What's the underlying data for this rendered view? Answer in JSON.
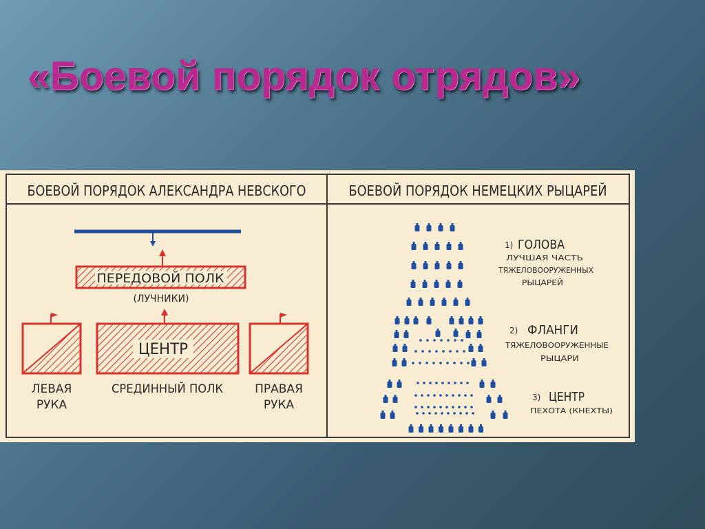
{
  "slide": {
    "title": "«Боевой порядок отрядов»"
  },
  "nevsky": {
    "heading": "БОЕВОЙ ПОРЯДОК АЛЕКСАНДРА НЕВСКОГО",
    "vanguard_label": "ПЕРЕДОВОЙ ПОЛК",
    "vanguard_note": "(ЛУЧНИКИ)",
    "center_label": "ЦЕНТР",
    "left_label_1": "ЛЕВАЯ",
    "left_label_2": "РУКА",
    "middle_label": "СРЕДИННЫЙ ПОЛК",
    "right_label_1": "ПРАВАЯ",
    "right_label_2": "РУКА"
  },
  "knights": {
    "heading": "БОЕВОЙ ПОРЯДОК НЕМЕЦКИХ РЫЦАРЕЙ",
    "legend": [
      {
        "num": "1)",
        "title": "ГОЛОВА",
        "lines": [
          "ЛУЧШАЯ ЧАСТЬ",
          "ТЯЖЕЛОВООРУЖЕННЫХ",
          "РЫЦАРЕЙ"
        ]
      },
      {
        "num": "2)",
        "title": "ФЛАНГИ",
        "lines": [
          "ТЯЖЕЛОВООРУЖЕННЫЕ",
          "РЫЦАРИ"
        ]
      },
      {
        "num": "3)",
        "title": "ЦЕНТР",
        "lines": [
          "ПЕХОТА (КНЕХТЫ)"
        ]
      }
    ]
  },
  "colors": {
    "poster_bg": "#f8ecd2",
    "frame_red": "#d8332a",
    "army_blue": "#1f4fa0",
    "title_magenta": "#b82a90"
  }
}
